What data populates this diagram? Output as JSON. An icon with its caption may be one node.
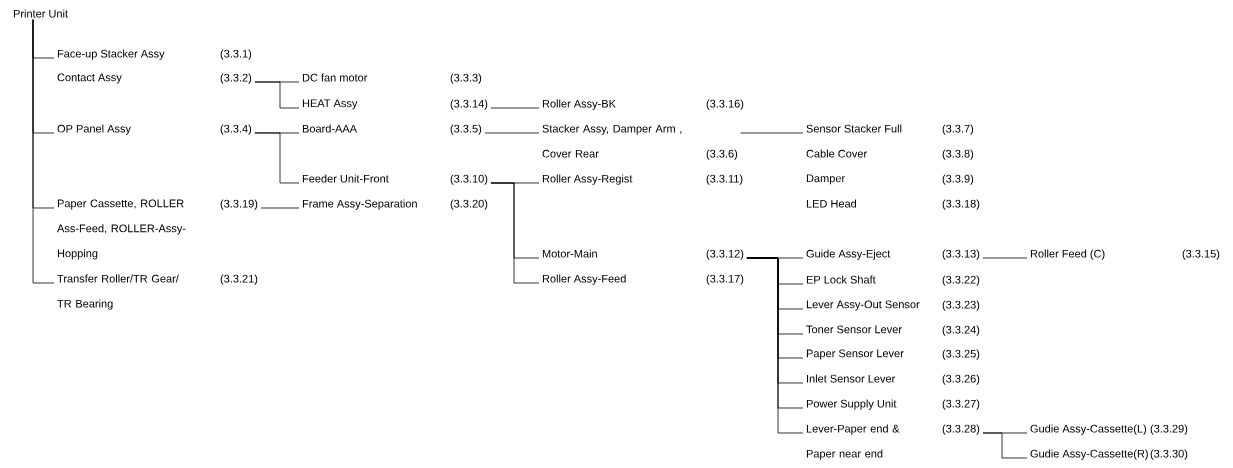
{
  "diagram": {
    "nodes": [
      {
        "text": [
          "Printer Unit"
        ]
      },
      {
        "text": [
          "Face-up Stacker Assy"
        ],
        "beside": [
          "(3.3.1)"
        ]
      },
      {
        "text": [
          "Contact Assy"
        ],
        "beside": [
          "(3.3.2)"
        ]
      },
      {
        "text": [
          "DC fan motor"
        ],
        "beside": [
          "(3.3.3)"
        ]
      },
      {
        "text": [
          "HEAT Assy"
        ],
        "beside": [
          "(3.3.14)"
        ]
      },
      {
        "text": [
          "Roller Assy-BK"
        ],
        "beside": [
          "(3.3.16)"
        ]
      },
      {
        "text": [
          "OP Panel Assy"
        ],
        "beside": [
          "(3.3.4)"
        ]
      },
      {
        "text": [
          "Board-AAA"
        ],
        "beside": [
          "(3.3.5)"
        ]
      },
      {
        "text": [
          "Stacker Assy, Damper Arm , Cover Rear"
        ],
        "beside": [
          "(3.3.6)"
        ]
      },
      {
        "text": [
          "Sensor Stacker Full"
        ],
        "beside": [
          "(3.3.7)"
        ]
      },
      {
        "text": [
          "Cable Cover"
        ],
        "beside": [
          "(3.3.8)"
        ]
      },
      {
        "text": [
          "Damper"
        ],
        "beside": [
          "(3.3.9)"
        ]
      },
      {
        "text": [
          "LED Head"
        ],
        "beside": [
          "(3.3.18)"
        ]
      },
      {
        "text": [
          "Feeder Unit-Front"
        ],
        "beside": [
          "(3.3.10)"
        ]
      },
      {
        "text": [
          "Roller Assy-Regist"
        ],
        "beside": [
          "(3.3.11)"
        ]
      },
      {
        "text": [
          "Motor-Main"
        ],
        "beside": [
          "(3.3.12)"
        ]
      },
      {
        "text": [
          "Roller Assy-Feed"
        ],
        "beside": [
          "(3.3.17)"
        ]
      },
      {
        "text": [
          "Guide Assy-Eject"
        ],
        "beside": [
          "(3.3.13)"
        ]
      },
      {
        "text": [
          "Roller Feed (C)"
        ],
        "beside": [
          "(3.3.15)"
        ]
      },
      {
        "text": [
          "EP Lock Shaft"
        ],
        "beside": [
          "(3.3.22)"
        ]
      },
      {
        "text": [
          "Lever Assy-Out Sensor"
        ],
        "beside": [
          "(3.3.23)"
        ]
      },
      {
        "text": [
          "Toner Sensor Lever"
        ],
        "beside": [
          "(3.3.24)"
        ]
      },
      {
        "text": [
          "Paper Sensor Lever"
        ],
        "beside": [
          "(3.3.25)"
        ]
      },
      {
        "text": [
          "Inlet Sensor Lever"
        ],
        "beside": [
          "(3.3.26)"
        ]
      },
      {
        "text": [
          "Power Supply Unit"
        ],
        "beside": [
          "(3.3.27)"
        ]
      },
      {
        "text": [
          "Lever-Paper end & Paper near end"
        ],
        "beside": [
          "(3.3.28)"
        ]
      },
      {
        "text": [
          "Gudie Assy-Cassette(L)"
        ],
        "beside": [
          "(3.3.29)"
        ]
      },
      {
        "text": [
          "Gudie Assy-Cassette(R)"
        ],
        "beside": [
          "(3.3.30)"
        ]
      },
      {
        "text": [
          "Paper Cassette, ROLLER Ass-Feed, ROLLER-Assy-Hopping"
        ],
        "beside": [
          "(3.3.19)"
        ]
      },
      {
        "text": [
          "Frame Assy-Separation"
        ],
        "beside": [
          "(3.3.20)"
        ]
      },
      {
        "text": [
          "Transfer Roller/TR Gear/ TR Bearing"
        ],
        "beside": [
          "(3.3.21)"
        ]
      }
    ],
    "edges": [
      {
        "from": 0,
        "to": 1,
        "arrow": "none"
      },
      {
        "from": 2,
        "to": 3,
        "arrow": "none"
      },
      {
        "from": 2,
        "to": 4,
        "arrow": "none"
      },
      {
        "from": 4,
        "to": 5,
        "arrow": "none"
      },
      {
        "from": 0,
        "to": 6,
        "arrow": "none"
      },
      {
        "from": 6,
        "to": 7,
        "arrow": "none"
      },
      {
        "from": 7,
        "to": 8,
        "arrow": "none"
      },
      {
        "from": 8,
        "to": 9,
        "arrow": "none"
      },
      {
        "from": 6,
        "to": 13,
        "arrow": "none"
      },
      {
        "from": 13,
        "to": 14,
        "arrow": "none"
      },
      {
        "from": 13,
        "to": 15,
        "arrow": "none"
      },
      {
        "from": 13,
        "to": 16,
        "arrow": "none"
      },
      {
        "from": 15,
        "to": 17,
        "arrow": "none"
      },
      {
        "from": 17,
        "to": 18,
        "arrow": "none"
      },
      {
        "from": 15,
        "to": 19,
        "arrow": "none"
      },
      {
        "from": 15,
        "to": 20,
        "arrow": "none"
      },
      {
        "from": 15,
        "to": 21,
        "arrow": "none"
      },
      {
        "from": 15,
        "to": 22,
        "arrow": "none"
      },
      {
        "from": 15,
        "to": 23,
        "arrow": "none"
      },
      {
        "from": 15,
        "to": 24,
        "arrow": "none"
      },
      {
        "from": 15,
        "to": 25,
        "arrow": "none"
      },
      {
        "from": 25,
        "to": 26,
        "arrow": "none"
      },
      {
        "from": 25,
        "to": 27,
        "arrow": "none"
      },
      {
        "from": 0,
        "to": 28,
        "arrow": "none"
      },
      {
        "from": 28,
        "to": 29,
        "arrow": "none"
      },
      {
        "from": 0,
        "to": 30,
        "arrow": "none"
      }
    ]
  }
}
